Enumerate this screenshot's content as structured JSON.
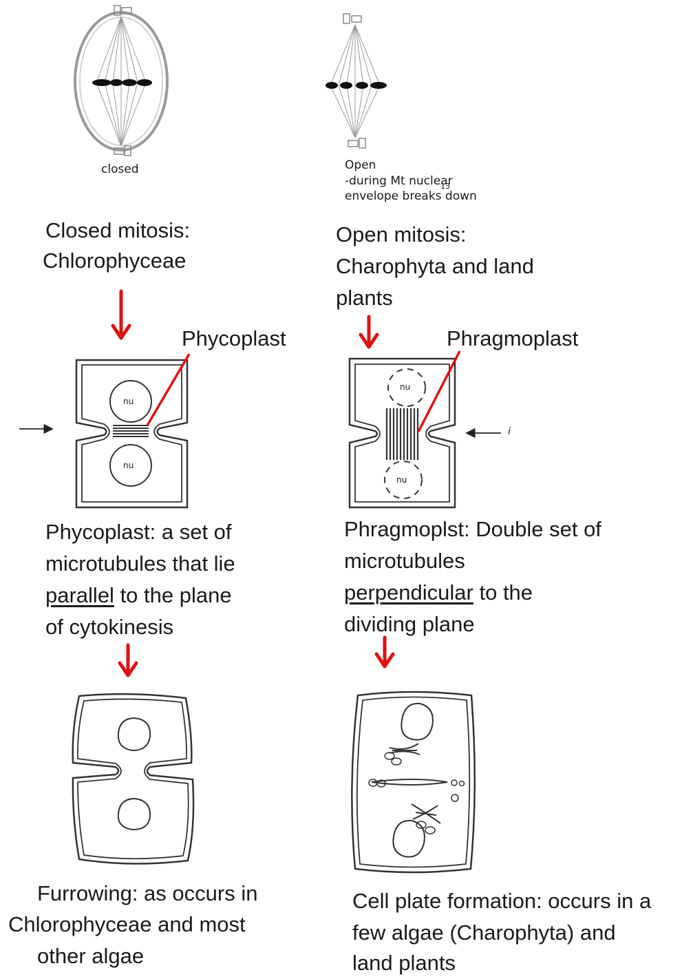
{
  "top": {
    "closed_label": "closed",
    "open_label": "Open",
    "open_note_line1": "-during Mt nuclear",
    "open_note_line2": "envelope breaks down",
    "open_note_page": "13"
  },
  "left": {
    "heading_line1": "Closed mitosis:",
    "heading_line2": "Chlorophyceae",
    "callout": "Phycoplast",
    "desc_line1": "Phycoplast: a set of",
    "desc_line2": "microtubules that lie",
    "desc_line3_underlined": "parallel",
    "desc_line3_rest": " to the plane",
    "desc_line4": "of cytokinesis",
    "caption_line1": "Furrowing: as occurs in",
    "caption_line2_a": "Chlorophyceae",
    "caption_line2_b": " and most",
    "caption_line3": "other algae"
  },
  "right": {
    "heading_line1": "Open mitosis:",
    "heading_line2": "Charophyta and land",
    "heading_line3": "plants",
    "callout": "Phragmoplast",
    "desc_line1": "Phragmoplst: Double set of",
    "desc_line2": "microtubules",
    "desc_line3_underlined": "perpendicular",
    "desc_line3_rest": " to the",
    "desc_line4": "dividing plane",
    "caption_line1": "Cell plate formation: occurs in a",
    "caption_line2": "few algae (Charophyta) and",
    "caption_line3": "land plants"
  },
  "cell_labels": {
    "nucleus": "nu",
    "stray_mark": "i"
  },
  "colors": {
    "arrow": "#e01010",
    "line": "#333333"
  }
}
